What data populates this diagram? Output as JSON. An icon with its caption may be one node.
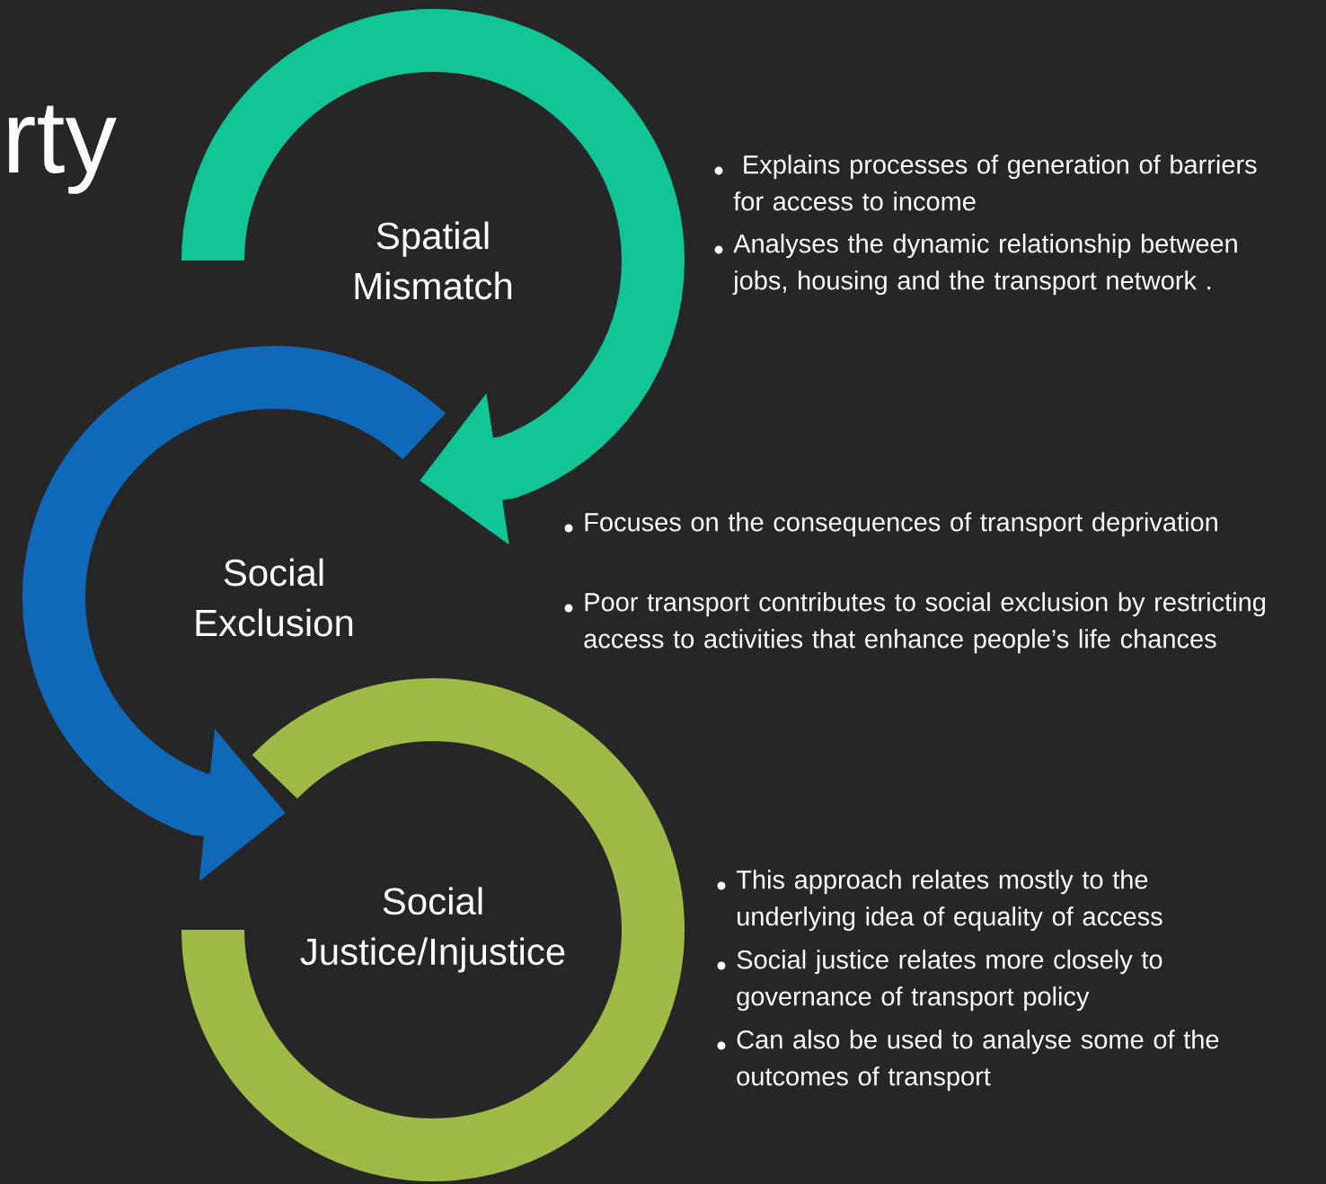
{
  "diagram": {
    "nodes": [
      {
        "text": [
          "Spatial Mismatch"
        ]
      },
      {
        "text": [
          "Social Exclusion"
        ]
      },
      {
        "text": [
          "Social Justice/Injustice"
        ]
      }
    ],
    "labels": [
      "rty",
      " Explains processes of generation of barriers for access to income",
      "Analyses the dynamic relationship between jobs, housing and the transport network .",
      "Focuses on the consequences of transport deprivation",
      "Poor transport contributes to social exclusion by restricting access to activities that enhance people’s life chances",
      "This approach relates mostly to the underlying idea of equality of access",
      "Social justice relates more closely to governance of transport policy",
      "Can also be used to analyse some of the outcomes of transport"
    ]
  }
}
